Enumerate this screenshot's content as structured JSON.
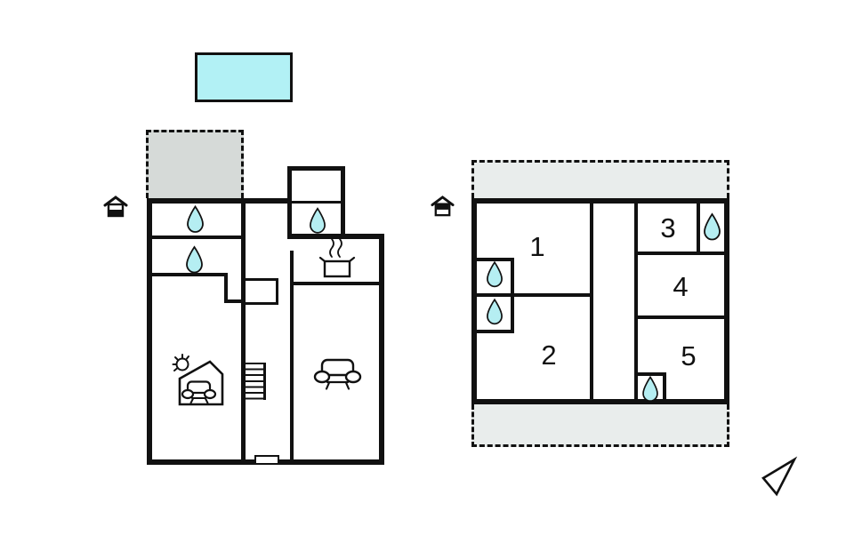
{
  "colors": {
    "wall": "#111111",
    "water_fill": "#b5eef2",
    "pool_fill": "#b2f1f5",
    "terrace_left_fill": "#d6dad8",
    "terrace_right_fill": "#e9edec",
    "background": "#ffffff"
  },
  "plans": {
    "ground": {
      "icons": [
        "pool",
        "terrace",
        "entrance-house-icon",
        "water-drop-icon",
        "water-drop-icon",
        "water-drop-icon",
        "cooking-pot-icon",
        "sofa-bed-house-icon",
        "sofa-icon",
        "stairs",
        "door-threshold"
      ],
      "water_drop_count": 3
    },
    "upper": {
      "rooms": [
        {
          "label": "1"
        },
        {
          "label": "2"
        },
        {
          "label": "3"
        },
        {
          "label": "4"
        },
        {
          "label": "5"
        }
      ],
      "icons": [
        "terrace",
        "terrace",
        "entrance-house-icon",
        "water-drop-icon",
        "water-drop-icon",
        "water-drop-icon",
        "water-drop-icon"
      ],
      "water_drop_count": 4
    }
  },
  "compass": "north-arrow"
}
